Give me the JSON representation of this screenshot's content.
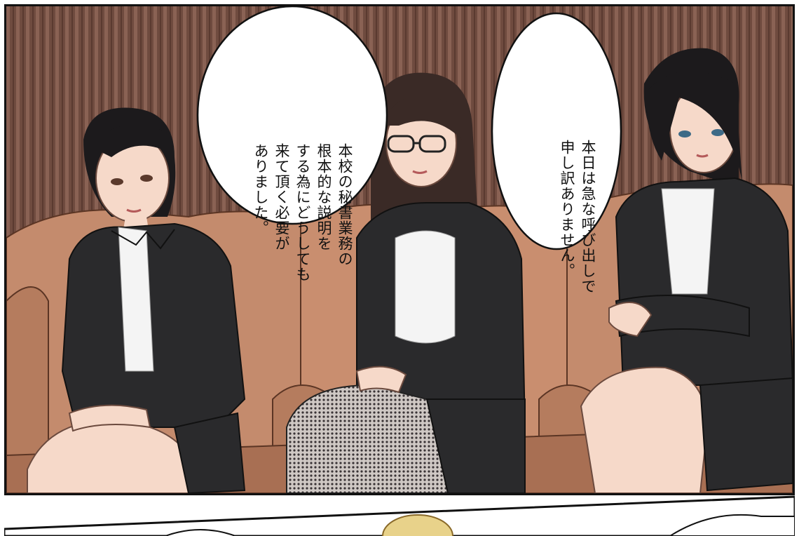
{
  "speech_bubbles": {
    "left": {
      "lines": [
        "本校の秘書業務の",
        "根本的な説明を",
        "する為にどうしても",
        "来て頂く必要が",
        "ありました。"
      ]
    },
    "right": {
      "lines": [
        "本日は急な呼び出しで",
        "申し訳ありません。"
      ]
    }
  },
  "colors": {
    "wall": "#6e4a3e",
    "sofa": "#c98e6f",
    "suit": "#2a2a2c",
    "shirt": "#f4f4f4",
    "skin": "#f6d9c9",
    "hair": "#1c1a1c"
  }
}
